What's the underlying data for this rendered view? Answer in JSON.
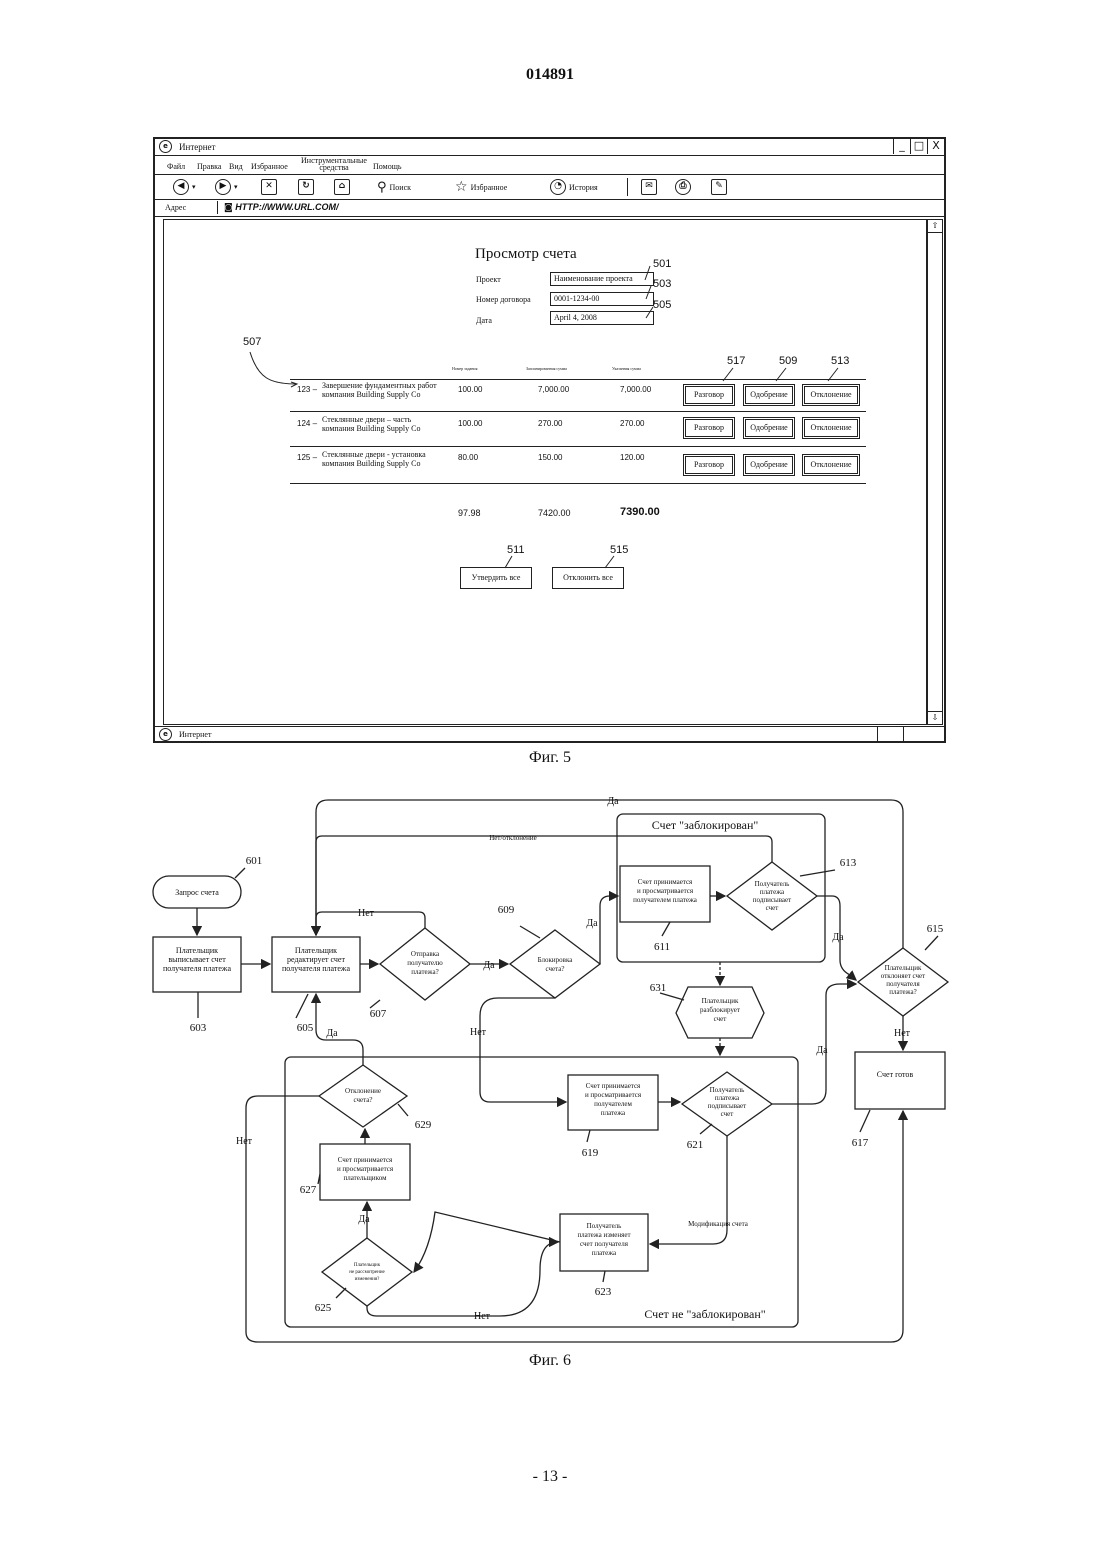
{
  "patent_number": "014891",
  "page_number": "- 13 -",
  "fig5": {
    "caption": "Фиг. 5",
    "browser": {
      "title": "Интернет",
      "window_controls": [
        "_",
        "□",
        "X"
      ],
      "menu": [
        "Файл",
        "Правка",
        "Вид",
        "Избранное",
        "Инструментальные средства",
        "Помощь"
      ],
      "toolbar": {
        "search": "Поиск",
        "favorites": "Избранное",
        "history": "История"
      },
      "address_label": "Адрес",
      "address_value": "HTTP://WWW.URL.COM/",
      "status": "Интернет"
    },
    "page": {
      "title": "Просмотр счета",
      "fields": [
        {
          "label": "Проект",
          "value": "Наименование проекта",
          "ref": "501"
        },
        {
          "label": "Номер договора",
          "value": "0001-1234-00",
          "ref": "503"
        },
        {
          "label": "Дата",
          "value": "April 4, 2008",
          "ref": "505"
        }
      ],
      "list_ref": "507",
      "column_headers": [
        "Номер задания",
        "Запланированная сумма",
        "Указанная сумма"
      ],
      "button_refs": [
        "517",
        "509",
        "513"
      ],
      "rows": [
        {
          "id": "123 –",
          "desc": "Завершение фундаментных работ компания Building Supply Co",
          "qty": "100.00",
          "planned": "7,000.00",
          "amount": "7,000.00"
        },
        {
          "id": "124 –",
          "desc": "Стеклянные двери – часть компания Building Supply Co",
          "qty": "100.00",
          "planned": "270.00",
          "amount": "270.00"
        },
        {
          "id": "125 –",
          "desc": "Стеклянные двери - установка компания Building Supply Co",
          "qty": "80.00",
          "planned": "150.00",
          "amount": "120.00"
        }
      ],
      "row_buttons": [
        "Разговор",
        "Одобрение",
        "Отклонение"
      ],
      "totals": {
        "qty": "97.98",
        "planned": "7420.00",
        "amount": "7390.00"
      },
      "approve_all": {
        "label": "Утвердить все",
        "ref": "511"
      },
      "reject_all": {
        "label": "Отклонить все",
        "ref": "515"
      }
    }
  },
  "fig6": {
    "caption": "Фиг. 6",
    "nodes": {
      "n601": {
        "ref": "601",
        "text": "Запрос счета"
      },
      "n603": {
        "ref": "603",
        "text": [
          "Плательщик",
          "выписывает счет",
          "получателя платежа"
        ]
      },
      "n605": {
        "ref": "605",
        "text": [
          "Плательщик",
          "редактирует счет",
          "получателя платежа"
        ]
      },
      "n607": {
        "ref": "607",
        "text": [
          "Отправка",
          "получателю",
          "платежа?"
        ]
      },
      "n609": {
        "ref": "609",
        "text": [
          "Блокировка",
          "счета?"
        ]
      },
      "n611": {
        "ref": "611",
        "text": [
          "Счет принимается",
          "и просматривается",
          "получателем платежа"
        ]
      },
      "n613": {
        "ref": "613",
        "text": [
          "Получатель",
          "платежа",
          "подписывает",
          "счет"
        ]
      },
      "n615": {
        "ref": "615",
        "text": [
          "Плательщик",
          "отклоняет счет",
          "получателя",
          "платежа?"
        ]
      },
      "n617": {
        "ref": "617",
        "text": "Счет готов"
      },
      "n619": {
        "ref": "619",
        "text": [
          "Счет принимается",
          "и просматривается",
          "получателем",
          "платежа"
        ]
      },
      "n621": {
        "ref": "621",
        "text": [
          "Получатель",
          "платежа",
          "подписывает",
          "счет"
        ]
      },
      "n623": {
        "ref": "623",
        "text": [
          "Получатель",
          "платежа изменяет",
          "счет получателя",
          "платежа"
        ]
      },
      "n625": {
        "ref": "625",
        "text": [
          "Плательщик",
          "не рассмотрение",
          "изменения?"
        ]
      },
      "n627": {
        "ref": "627",
        "text": [
          "Счет принимается",
          "и просматривается",
          "плательщиком"
        ]
      },
      "n629": {
        "ref": "629",
        "text": [
          "Отклонение",
          "счета?"
        ]
      },
      "n631": {
        "ref": "631",
        "text": [
          "Плательщик",
          "разблокирует",
          "счет"
        ]
      }
    },
    "regions": {
      "locked": "Счет \"заблокирован\"",
      "unlocked": "Счет не \"заблокирован\""
    },
    "edge_labels": {
      "yes": "Да",
      "no": "Нет",
      "no_reject": "Нет/отклонение",
      "modification": "Модификация счета"
    }
  }
}
